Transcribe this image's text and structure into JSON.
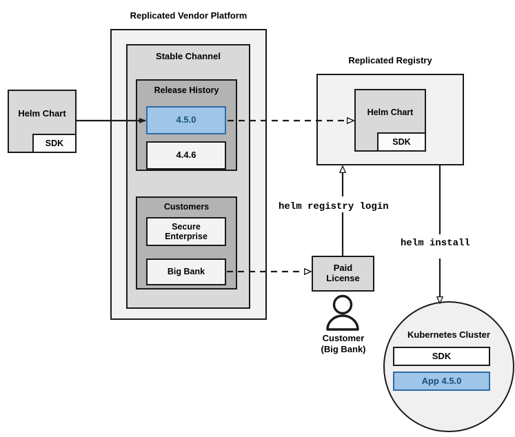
{
  "diagram": {
    "type": "architecture-flow",
    "title_vendor_platform": "Replicated Vendor Platform",
    "title_registry": "Replicated Registry",
    "vendor_platform": {
      "label": "Replicated Vendor Platform",
      "stable_channel": {
        "label": "Stable Channel",
        "release_history": {
          "label": "Release History",
          "releases": [
            {
              "version": "4.5.0",
              "highlighted": true
            },
            {
              "version": "4.4.6",
              "highlighted": false
            }
          ]
        },
        "customers": {
          "label": "Customers",
          "items": [
            {
              "name": "Secure\nEnterprise"
            },
            {
              "name": "Big Bank"
            }
          ]
        }
      }
    },
    "source_artifact": {
      "label": "Helm Chart",
      "sub_label": "SDK"
    },
    "registry": {
      "label": "Replicated Registry",
      "artifact": {
        "label": "Helm Chart",
        "sub_label": "SDK"
      }
    },
    "license": {
      "label": "Paid\nLicense"
    },
    "customer_actor": {
      "line1": "Customer",
      "line2": "(Big Bank)",
      "icon": "person-icon"
    },
    "cluster": {
      "label": "Kubernetes Cluster",
      "components": [
        {
          "label": "SDK",
          "highlighted": false
        },
        {
          "label": "App 4.5.0",
          "highlighted": true
        }
      ]
    },
    "commands": {
      "registry_login": "helm registry login",
      "install": "helm install"
    },
    "colors": {
      "highlight_fill": "#9fc5e8",
      "highlight_border": "#2d6ca6",
      "highlight_text": "#1a4f7a",
      "outer_fill": "#f2f2f2",
      "mid_fill": "#d9d9d9",
      "inner_fill": "#b3b3b3",
      "white_fill": "#f3f3f3",
      "stroke": "#1a1a1a"
    }
  }
}
